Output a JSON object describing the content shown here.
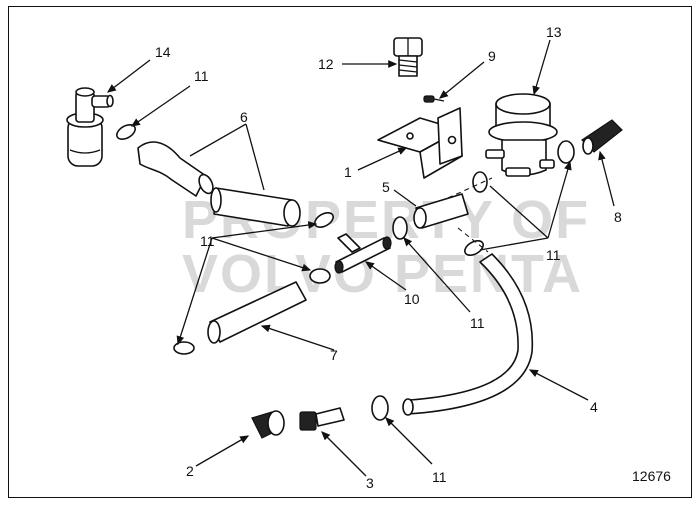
{
  "watermark": [
    "PROPERTY OF",
    "VOLVO PENTA"
  ],
  "figure_id": "12676",
  "callouts": {
    "c1": "1",
    "c2": "2",
    "c3": "3",
    "c4": "4",
    "c5": "5",
    "c6": "6",
    "c7": "7",
    "c8": "8",
    "c9": "9",
    "c10": "10",
    "c12": "12",
    "c13": "13",
    "c14": "14",
    "c11a": "11",
    "c11b": "11",
    "c11c": "11",
    "c11d": "11",
    "c11e": "11"
  },
  "colors": {
    "ink": "#111111",
    "watermark": "#d9d9d9",
    "background": "#ffffff"
  }
}
